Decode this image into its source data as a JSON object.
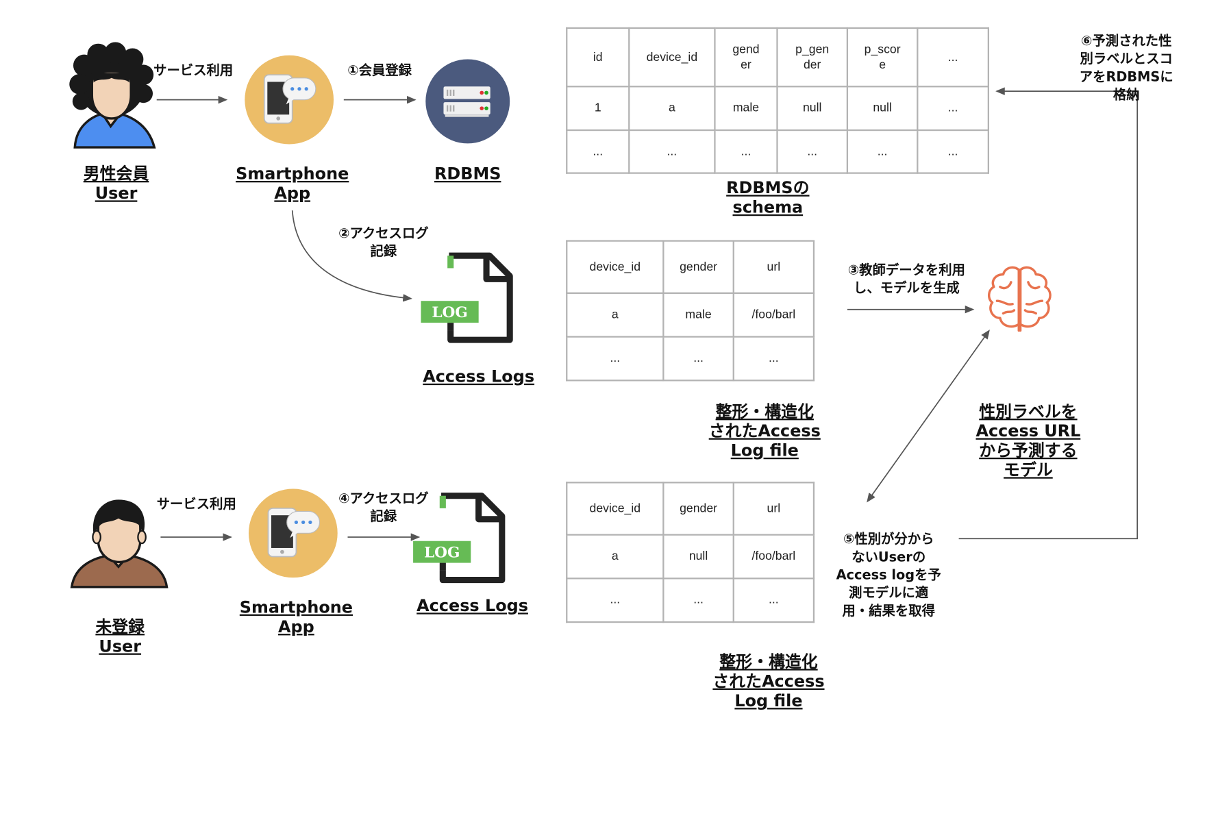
{
  "top_flow": {
    "user_label": "男性会員\nUser",
    "arrow1_label": "サービス利用",
    "app_label": "Smartphone\nApp",
    "arrow2_label": "①会員登録",
    "db_label": "RDBMS",
    "log_step_label": "②アクセスログ\n記録",
    "log_icon_text": "LOG",
    "logs_label": "Access Logs"
  },
  "bottom_flow": {
    "user_label": "未登録\nUser",
    "arrow1_label": "サービス利用",
    "app_label": "Smartphone\nApp",
    "log_step_label": "④アクセスログ\n記録",
    "log_icon_text": "LOG",
    "logs_label": "Access Logs"
  },
  "schema_table": {
    "caption": "RDBMSの\nschema",
    "headers": [
      "id",
      "device_id",
      "gend\ner",
      "p_gen\nder",
      "p_scor\ne",
      "..."
    ],
    "rows": [
      [
        "1",
        "a",
        "male",
        "null",
        "null",
        "..."
      ],
      [
        "...",
        "...",
        "...",
        "...",
        "...",
        "..."
      ]
    ]
  },
  "log_table_top": {
    "caption": "整形・構造化\nされたAccess\nLog file",
    "headers": [
      "device_id",
      "gender",
      "url"
    ],
    "rows": [
      [
        "a",
        "male",
        "/foo/barl"
      ],
      [
        "...",
        "...",
        "..."
      ]
    ]
  },
  "log_table_bottom": {
    "caption": "整形・構造化\nされたAccess\nLog file",
    "headers": [
      "device_id",
      "gender",
      "url"
    ],
    "rows": [
      [
        "a",
        "null",
        "/foo/barl"
      ],
      [
        "...",
        "...",
        "..."
      ]
    ]
  },
  "model": {
    "step3_label": "③教師データを利用\nし、モデルを生成",
    "label": "性別ラベルを\nAccess URL\nから予測する\nモデル",
    "step5_label": "⑤性別が分から\nないUserの\nAccess logを予\n測モデルに適\n用・結果を取得",
    "step6_label": "⑥予測された性\n別ラベルとスコ\nアをRDBMSに\n格納"
  },
  "colors": {
    "app_circle": "#ecbd68",
    "db_circle": "#4b5a7e",
    "log_green": "#66bb55",
    "user_top_shirt": "#4d8ef0",
    "user_bottom_shirt": "#9c6a4e",
    "brain": "#e8734e"
  }
}
